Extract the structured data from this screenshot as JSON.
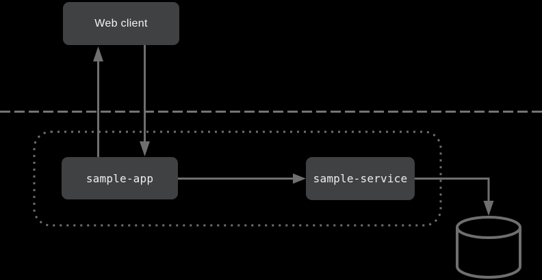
{
  "diagram": {
    "type": "architecture-diagram",
    "background_color": "#000000",
    "nodes": {
      "web_client": {
        "label": "Web client",
        "shape": "rounded-rect",
        "fill": "#404143",
        "text_color": "#f5f5f5"
      },
      "sample_app": {
        "label": "sample-app",
        "shape": "rounded-rect",
        "fill": "#404143",
        "text_color": "#eeeeee"
      },
      "sample_service": {
        "label": "sample-service",
        "shape": "rounded-rect",
        "fill": "#404143",
        "text_color": "#eeeeee"
      },
      "database": {
        "label": "",
        "icon": "database-cylinder-icon",
        "stroke_color": "#6f6f6f"
      }
    },
    "edges": [
      {
        "from": "sample_app",
        "to": "web_client",
        "style": "solid-arrow-up"
      },
      {
        "from": "web_client",
        "to": "sample_app",
        "style": "solid-arrow-down"
      },
      {
        "from": "sample_app",
        "to": "sample_service",
        "style": "solid-arrow-right"
      },
      {
        "from": "sample_service",
        "to": "database",
        "style": "solid-elbow-arrow-right-then-down"
      }
    ],
    "boundary": {
      "style": "dashed-horizontal-line",
      "color": "#757575"
    },
    "cluster": {
      "style": "dotted-rounded-border",
      "color": "#707070",
      "contains": [
        "sample_app",
        "sample_service"
      ]
    },
    "connector_color": "#6f6f6f"
  }
}
